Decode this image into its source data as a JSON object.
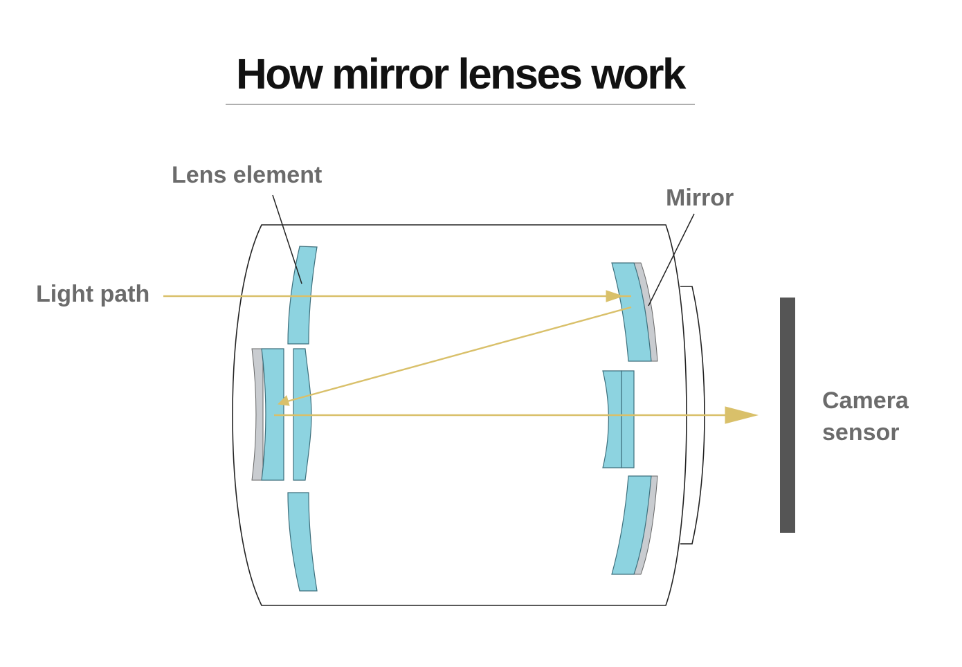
{
  "title": "How mirror lenses work",
  "labels": {
    "lens_element": "Lens element",
    "mirror": "Mirror",
    "light_path": "Light path",
    "camera_sensor_line1": "Camera",
    "camera_sensor_line2": "sensor"
  },
  "colors": {
    "glass": "#8dd3e0",
    "glass_stroke": "#3d6f7c",
    "mirror_coating": "#c9ccd0",
    "light_ray": "#d9c06a",
    "sensor": "#555555",
    "barrel": "#222222",
    "label_text": "#6b6b6b"
  }
}
